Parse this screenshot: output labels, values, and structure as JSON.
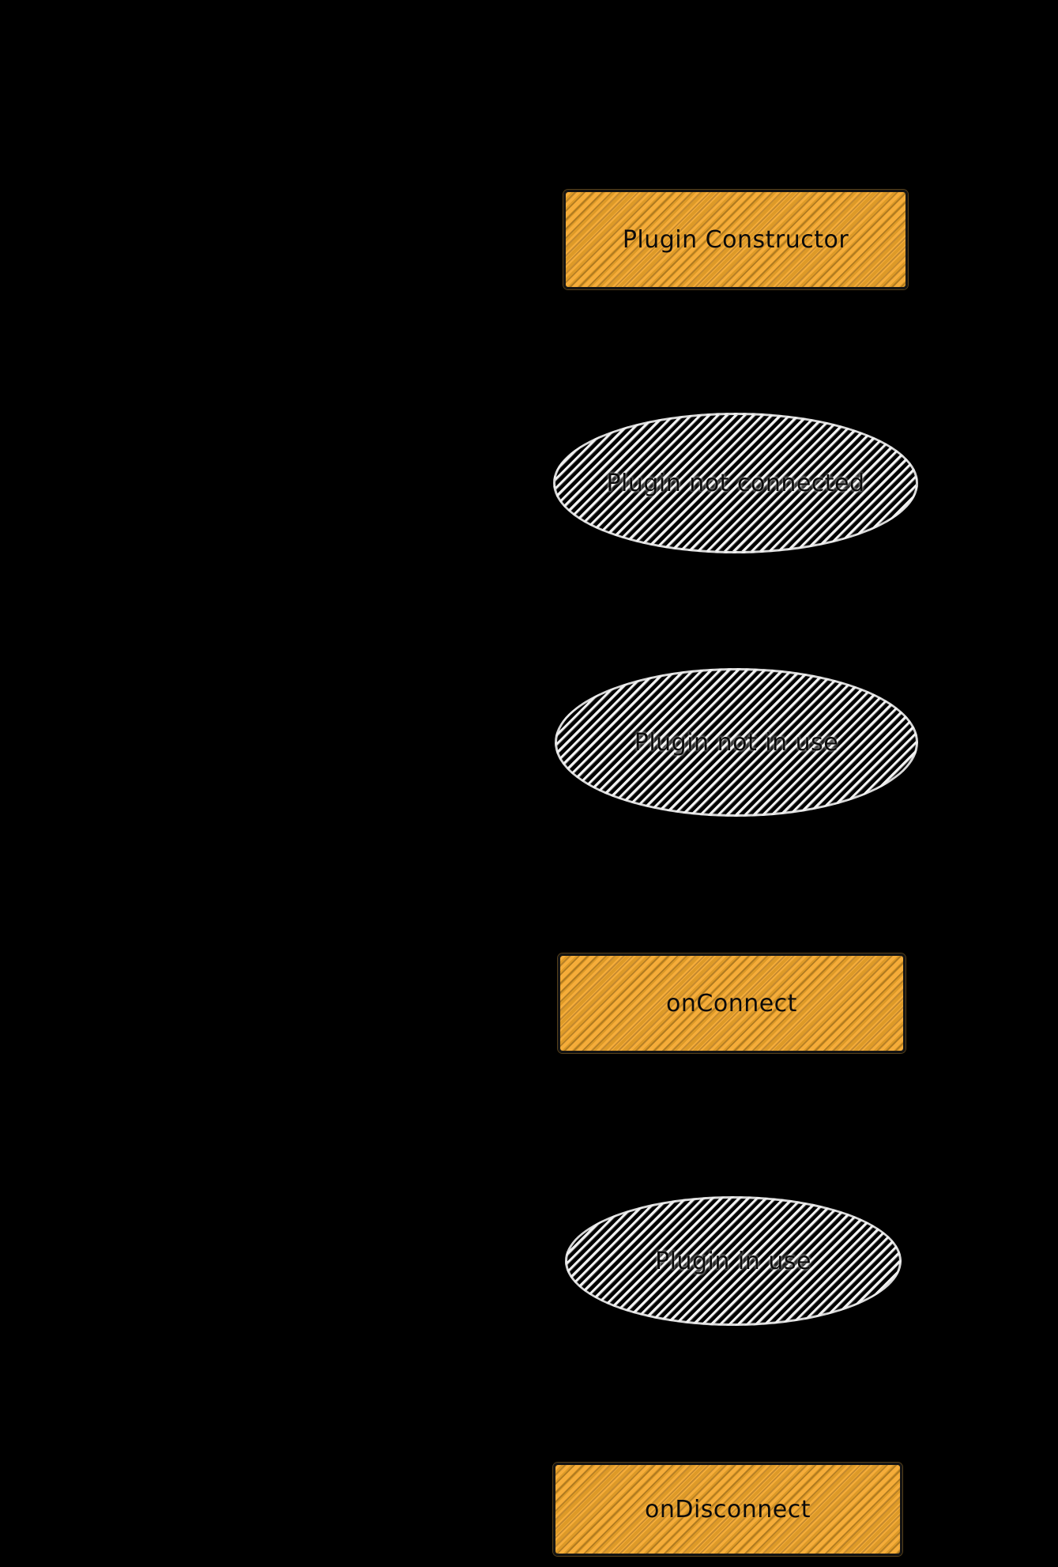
{
  "diagram": {
    "background": "#000000",
    "nodes": [
      {
        "id": "plugin-constructor",
        "type": "rect",
        "label": "Plugin Constructor"
      },
      {
        "id": "plugin-not-connected",
        "type": "ellipse",
        "label": "Plugin not connected"
      },
      {
        "id": "plugin-not-in-use",
        "type": "ellipse",
        "label": "Plugin not in use"
      },
      {
        "id": "on-connect",
        "type": "rect",
        "label": "onConnect"
      },
      {
        "id": "plugin-in-use",
        "type": "ellipse",
        "label": "Plugin in use"
      },
      {
        "id": "on-disconnect",
        "type": "rect",
        "label": "onDisconnect"
      }
    ],
    "colors": {
      "rect_fill": "#f6ad3a",
      "rect_fill_dark": "#dd9a28",
      "ellipse_fill": "#ffffff",
      "text": "#0b0b0b",
      "background": "#000000"
    }
  }
}
